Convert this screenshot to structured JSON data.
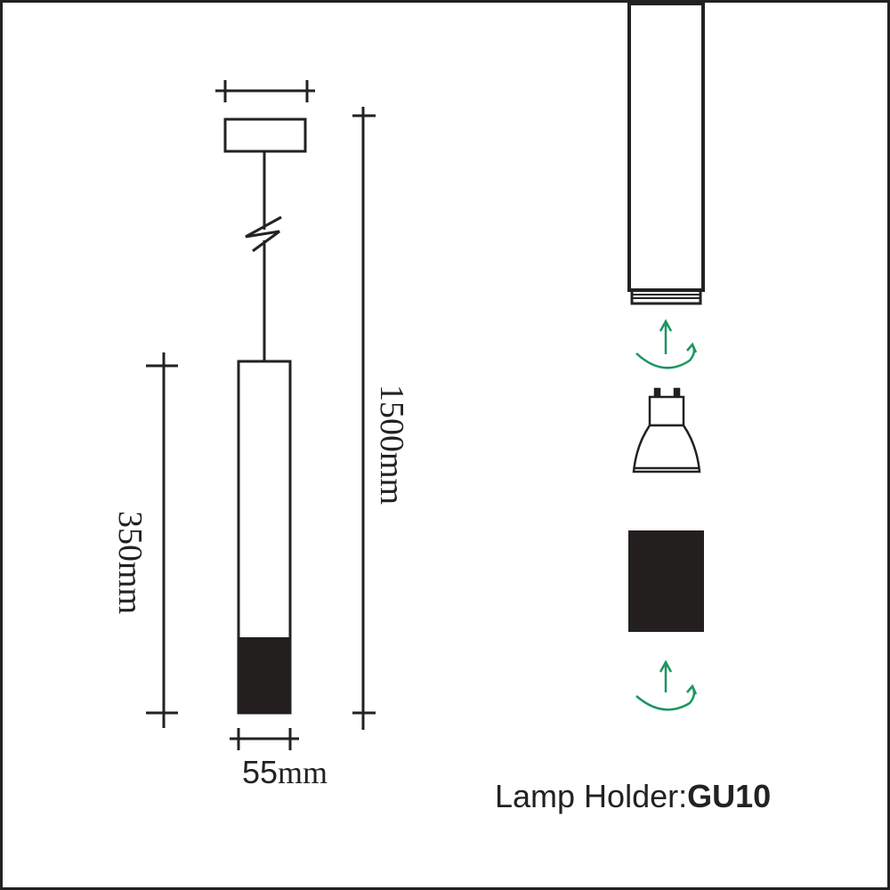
{
  "dimensions": {
    "total_length": "1500mm",
    "body_length": "350mm",
    "diameter_number": "55",
    "diameter_unit": "mm"
  },
  "lamp_holder": {
    "label": "Lamp Holder:",
    "type": "GU10"
  },
  "colors": {
    "line": "#222222",
    "arrow": "#1a9660"
  }
}
